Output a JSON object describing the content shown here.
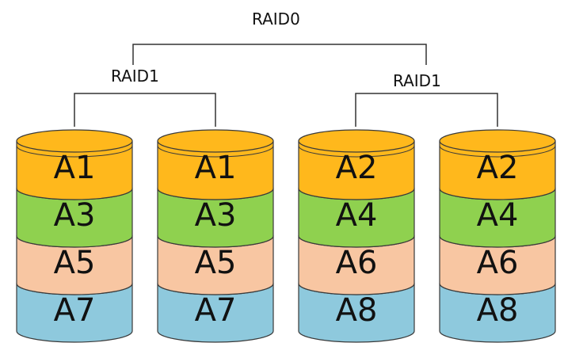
{
  "titles": {
    "top": "RAID0",
    "left_mirror": "RAID1",
    "right_mirror": "RAID1"
  },
  "colors": {
    "orange": "#ffb81c",
    "green": "#8fd14f",
    "salmon": "#f8c6a2",
    "blue": "#8ec9dd",
    "outline": "#3a3a3a"
  },
  "disks": [
    {
      "segments": [
        "A1",
        "A3",
        "A5",
        "A7"
      ]
    },
    {
      "segments": [
        "A1",
        "A3",
        "A5",
        "A7"
      ]
    },
    {
      "segments": [
        "A2",
        "A4",
        "A6",
        "A8"
      ]
    },
    {
      "segments": [
        "A2",
        "A4",
        "A6",
        "A8"
      ]
    }
  ],
  "segment_colors": [
    "orange",
    "green",
    "salmon",
    "blue"
  ]
}
